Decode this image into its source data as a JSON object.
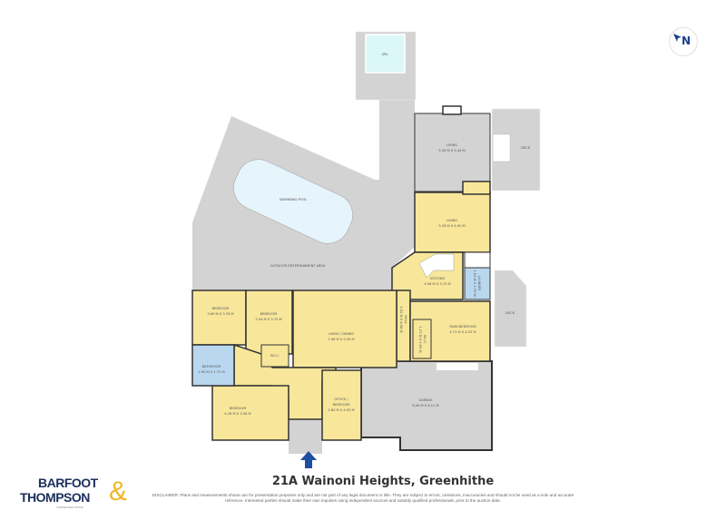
{
  "colors": {
    "room": "#f8e79a",
    "outdoor": "#d3d3d3",
    "wet": "#b9d8ef",
    "pool": "#e6f4fc",
    "spa": "#dcf7f7",
    "wall": "#333333",
    "brand_blue": "#1c2f5c",
    "brand_gold": "#f0b522",
    "arrow": "#1c4fa0"
  },
  "compass": {
    "label": "N",
    "icon": "north-arrow-icon"
  },
  "rooms": {
    "spa": {
      "name": "SPA"
    },
    "upper_living": {
      "name": "LIVING",
      "dims": "5.26 M X 5.44 M"
    },
    "deck_top": {
      "name": "DECK"
    },
    "pool": {
      "name": "SWIMMING POOL"
    },
    "outdoor": {
      "name": "OUTDOOR ENTERTAINMENT AREA"
    },
    "living": {
      "name": "LIVING",
      "dims": "5.26 M X 4.00 M"
    },
    "kitchen": {
      "name": "KITCHEN",
      "dims": "4.08 M X 3.70 M"
    },
    "laundry": {
      "name": "LAUNDRY",
      "dims": "1.63 M X 1.70 M"
    },
    "deck_right": {
      "name": "DECK"
    },
    "bedroom1": {
      "name": "BEDROOM",
      "dims": "3.69 M X 3.78 M"
    },
    "bedroom2": {
      "name": "BEDROOM",
      "dims": "2.94 M X 3.70 M"
    },
    "wic1": {
      "name": "W.I.C."
    },
    "living_dining": {
      "name": "LIVING / DINING",
      "dims": "7.46 M X 5.34 M"
    },
    "hall": {
      "name": "HALL",
      "dims": "1.52 M X 4.98 M"
    },
    "main_bedroom": {
      "name": "MAIN BEDROOM",
      "dims": "4.71 M X 4.25 M"
    },
    "wic2": {
      "name": "W.I.C.",
      "dims": "1.27 M X 2.85 M"
    },
    "bathroom": {
      "name": "BATHROOM",
      "dims": "2.90 M X 1.72 M"
    },
    "bedroom3": {
      "name": "BEDROOM",
      "dims": "4.28 M X 3.58 M"
    },
    "office": {
      "name": "OFFICE /",
      "name2": "BEDROOM",
      "dims": "2.80 M X 4.05 M"
    },
    "garage": {
      "name": "GARAGE",
      "dims": "6.06 M X 6.12 M"
    }
  },
  "footer": {
    "address": "21A Wainoni Heights, Greenhithe",
    "disclaimer": "DISCLAIMER: Plans and measurements shown are for presentation purposes only and are not part of any legal document or title. They are subject to errors, omissions, inaccuracies and should not be used as a sole and accurate reference. Interested parties should make their own inquiries using independent sources and suitably qualified professionals, prior to the auction date.",
    "logo": {
      "line1": "BARFOOT",
      "line2": "THOMPSON",
      "amp": "&",
      "tagline": "LICENSED REAL ESTATE"
    }
  }
}
